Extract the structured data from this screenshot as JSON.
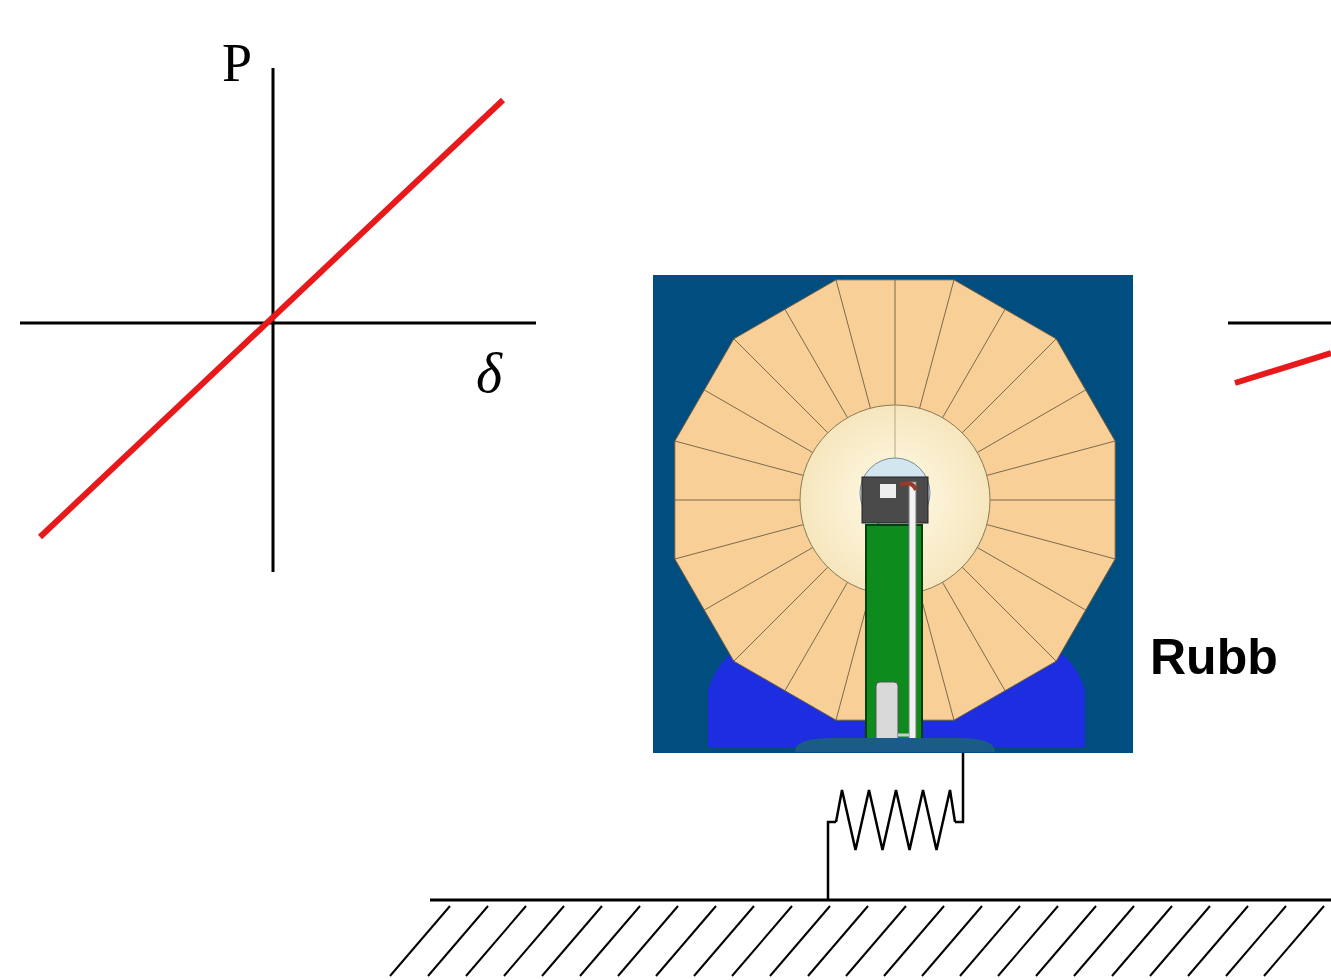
{
  "diagram": {
    "labels": [
      "P",
      "δ",
      "Rubb"
    ]
  }
}
